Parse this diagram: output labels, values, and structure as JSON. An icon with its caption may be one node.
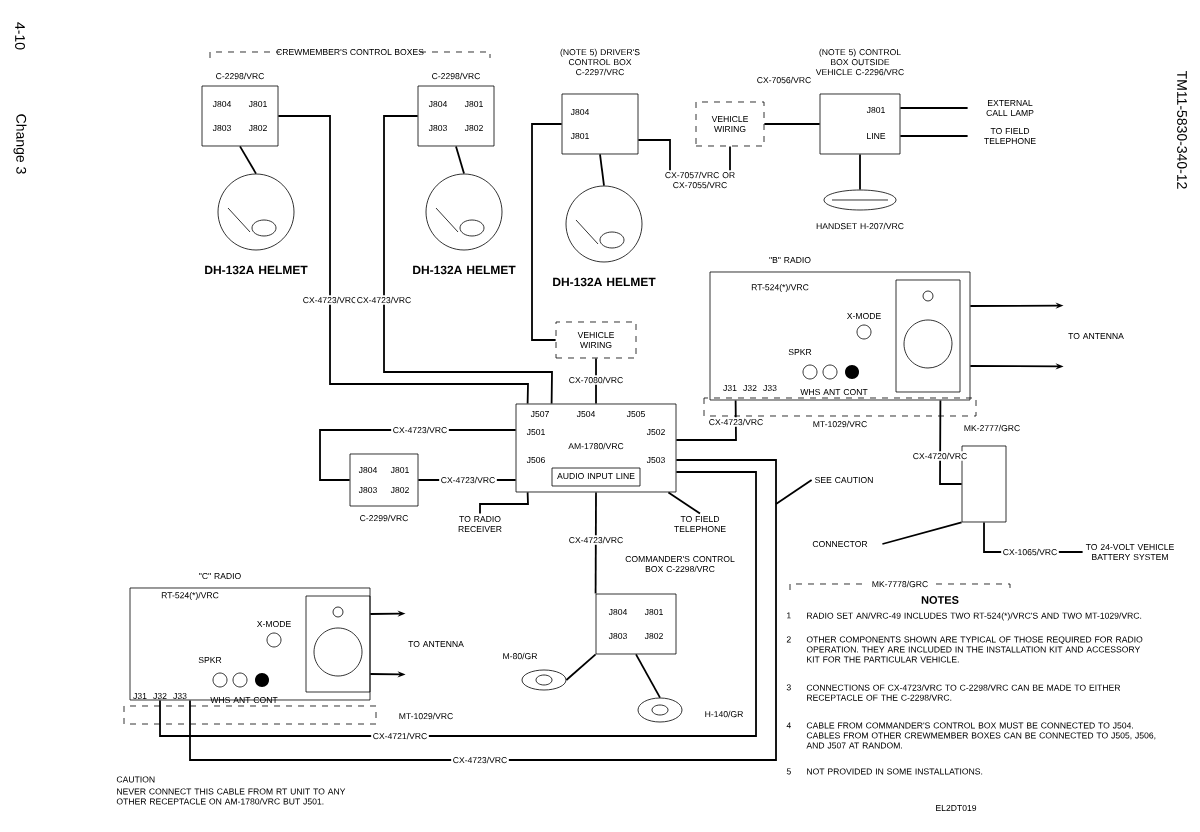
{
  "diagram": {
    "nodes": [
      {
        "text": [
          "C-2298/VRC",
          "J804",
          "J801",
          "J803",
          "J802"
        ]
      },
      {
        "text": [
          "DH-132A HELMET"
        ]
      },
      {
        "text": [
          "C-2298/VRC",
          "J804",
          "J801",
          "J803",
          "J802"
        ]
      },
      {
        "text": [
          "DH-132A HELMET"
        ]
      },
      {
        "text": [
          "(NOTE 5) DRIVER'S CONTROL BOX C-2297/VRC",
          "J804",
          "J801"
        ]
      },
      {
        "text": [
          "DH-132A HELMET"
        ]
      },
      {
        "text": [
          "VEHICLE WIRING"
        ]
      },
      {
        "text": [
          "(NOTE 5) CONTROL BOX OUTSIDE VEHICLE C-2296/VRC",
          "J801",
          "LINE"
        ]
      },
      {
        "text": [
          "EXTERNAL CALL LAMP"
        ]
      },
      {
        "text": [
          "TO FIELD TELEPHONE"
        ]
      },
      {
        "text": [
          "HANDSET H-207/VRC"
        ]
      },
      {
        "text": [
          "VEHICLE WIRING"
        ]
      },
      {
        "text": [
          "AM-1780/VRC",
          "J507",
          "J504",
          "J505",
          "J501",
          "J502",
          "J506",
          "J503",
          "AUDIO INPUT LINE"
        ]
      },
      {
        "text": [
          "J804",
          "J801",
          "J803",
          "J802",
          "C-2299/VRC"
        ]
      },
      {
        "text": [
          "\"B\" RADIO",
          "RT-524(*)/VRC",
          "X-MODE",
          "SPKR",
          "WHS ANT CONT",
          "J31",
          "J32",
          "J33"
        ],
        "beside": [
          "MT-1029/VRC"
        ]
      },
      {
        "text": [
          "\"C\" RADIO",
          "RT-524(*)/VRC",
          "X-MODE",
          "SPKR",
          "WHS ANT CONT",
          "J31",
          "J32",
          "J33"
        ],
        "beside": [
          "MT-1029/VRC"
        ]
      },
      {
        "text": [
          "TO ANTENNA"
        ]
      },
      {
        "text": [
          "TO ANTENNA"
        ]
      },
      {
        "text": [
          "MK-2777/GRC"
        ]
      },
      {
        "text": [
          "TO 24-VOLT VEHICLE BATTERY SYSTEM"
        ]
      },
      {
        "text": [
          "CONNECTOR"
        ]
      },
      {
        "text": [
          "COMMANDER'S CONTROL BOX C-2298/VRC",
          "J804",
          "J801",
          "J803",
          "J802"
        ]
      },
      {
        "text": [
          "M-80/GR"
        ]
      },
      {
        "text": [
          "H-140/GR"
        ]
      },
      {
        "text": [
          "TO RADIO RECEIVER"
        ]
      },
      {
        "text": [
          "TO FIELD TELEPHONE"
        ]
      },
      {
        "text": [
          "SEE CAUTION"
        ]
      }
    ],
    "edges": [
      {
        "from": 0,
        "to": 1,
        "arrow": "none"
      },
      {
        "from": 2,
        "to": 3,
        "arrow": "none"
      },
      {
        "from": 4,
        "to": 5,
        "arrow": "none"
      },
      {
        "from": 0,
        "to": 12,
        "arrow": "none",
        "label": "CX-4723/VRC"
      },
      {
        "from": 2,
        "to": 12,
        "arrow": "none",
        "label": "CX-4723/VRC"
      },
      {
        "from": 4,
        "to": 11,
        "arrow": "none"
      },
      {
        "from": 11,
        "to": 12,
        "arrow": "none",
        "label": "CX-7080/VRC"
      },
      {
        "from": 4,
        "to": 6,
        "arrow": "none",
        "label": "CX-7057/VRC OR CX-7055/VRC"
      },
      {
        "from": 6,
        "to": 7,
        "arrow": "none",
        "label": "CX-7056/VRC"
      },
      {
        "from": 7,
        "to": 8,
        "arrow": "none"
      },
      {
        "from": 7,
        "to": 9,
        "arrow": "none"
      },
      {
        "from": 7,
        "to": 10,
        "arrow": "none"
      },
      {
        "from": 13,
        "to": 12,
        "arrow": "none",
        "label": "CX-4723/VRC"
      },
      {
        "from": 13,
        "to": 12,
        "arrow": "none",
        "label": "CX-4723/VRC"
      },
      {
        "from": 12,
        "to": 14,
        "arrow": "none",
        "label": "CX-4723/VRC"
      },
      {
        "from": 12,
        "to": 24,
        "arrow": "none"
      },
      {
        "from": 12,
        "to": 25,
        "arrow": "none"
      },
      {
        "from": 12,
        "to": 21,
        "arrow": "none",
        "label": "CX-4723/VRC"
      },
      {
        "from": 15,
        "to": 12,
        "arrow": "none",
        "label": "CX-4721/VRC"
      },
      {
        "from": 15,
        "to": 12,
        "arrow": "none",
        "label": "CX-4723/VRC"
      },
      {
        "from": 14,
        "to": 18,
        "arrow": "none",
        "label": "CX-4720/VRC"
      },
      {
        "from": 18,
        "to": 19,
        "arrow": "none",
        "label": "CX-1065/VRC"
      },
      {
        "from": 20,
        "to": 18,
        "arrow": "none"
      },
      {
        "from": 14,
        "to": 16,
        "arrow": "to"
      },
      {
        "from": 14,
        "to": 16,
        "arrow": "to"
      },
      {
        "from": 15,
        "to": 17,
        "arrow": "to"
      },
      {
        "from": 15,
        "to": 17,
        "arrow": "to"
      },
      {
        "from": 21,
        "to": 22,
        "arrow": "none"
      },
      {
        "from": 21,
        "to": 23,
        "arrow": "none"
      },
      {
        "from": 26,
        "to": null,
        "arrow": "none"
      }
    ],
    "labels": [
      "4-10",
      "Change 3",
      "TM11-5830-340-12",
      "CREWMEMBER'S CONTROL BOXES",
      "MK-7778/GRC",
      "NOTES",
      "1",
      "RADIO SET AN/VRC-49 INCLUDES TWO RT-524(*)/VRC'S AND TWO MT-1029/VRC.",
      "2",
      "OTHER COMPONENTS SHOWN ARE TYPICAL OF THOSE REQUIRED FOR RADIO OPERATION. THEY ARE INCLUDED IN THE INSTALLATION KIT AND ACCESSORY KIT FOR THE PARTICULAR VEHICLE.",
      "3",
      "CONNECTIONS OF CX-4723/VRC TO C-2298/VRC CAN BE MADE TO EITHER RECEPTACLE OF THE C-2298/VRC.",
      "4",
      "CABLE FROM COMMANDER'S CONTROL BOX MUST BE CONNECTED TO J504. CABLES FROM OTHER CREWMEMBER BOXES CAN BE CONNECTED TO J505, J506, AND J507 AT RANDOM.",
      "5",
      "NOT PROVIDED IN SOME INSTALLATIONS.",
      "CAUTION",
      "NEVER CONNECT THIS CABLE FROM RT UNIT TO ANY OTHER RECEPTACLE ON AM-1780/VRC BUT J501.",
      "EL2DT019"
    ]
  }
}
